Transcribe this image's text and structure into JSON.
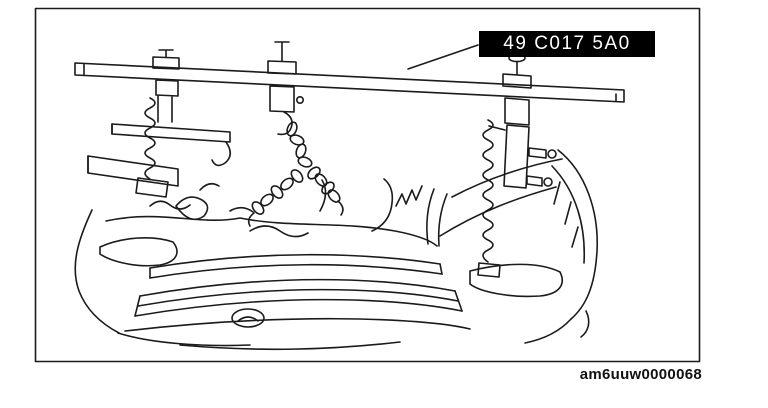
{
  "figure": {
    "tool_label": "49 C017 5A0",
    "figure_code": "am6uuw0000068"
  },
  "colors": {
    "label_background": "#000000",
    "label_text": "#ffffff",
    "line_color": "#1b1b1b",
    "page_background": "#ffffff"
  },
  "icons": {
    "illustration": "engine-support-bar-on-vehicle-line-drawing"
  }
}
